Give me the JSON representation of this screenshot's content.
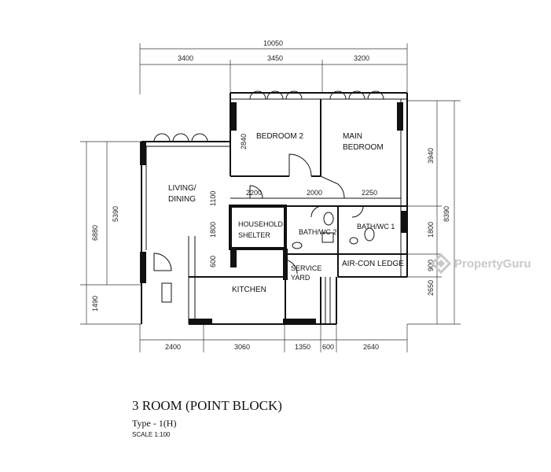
{
  "floorplan": {
    "dimensions": {
      "overall_width": "10050",
      "top": [
        "3400",
        "3450",
        "3200"
      ],
      "bottom": [
        "2400",
        "3060",
        "1350",
        "600",
        "2640"
      ],
      "left_outer": [
        "6880",
        "1490"
      ],
      "left_inner": "5390",
      "right_outer": "8390",
      "right_inner": [
        "3940",
        "1800",
        "900",
        "2650"
      ],
      "interior": {
        "bedroom2_depth": "2840",
        "corridor_a": "2200",
        "corridor_b": "2000",
        "corridor_c": "2250",
        "corridor_depth": "1100",
        "shelter_depth": "1800",
        "kitchen_offset": "600"
      }
    },
    "rooms": {
      "bedroom_2": "BEDROOM  2",
      "main_bedroom_line1": "MAIN",
      "main_bedroom_line2": "BEDROOM",
      "living_line1": "LIVING/",
      "living_line2": "DINING",
      "shelter_line1": "HOUSEHOLD",
      "shelter_line2": "SHELTER",
      "bath2": "BATH/WC 2",
      "bath1": "BATH/WC 1",
      "aircon": "AIR-CON LEDGE",
      "service_line1": "SERVICE",
      "service_line2": "YARD",
      "kitchen": "KITCHEN"
    },
    "title": "3 ROOM (POINT BLOCK)",
    "subtitle": "Type - 1(H)",
    "scale": "SCALE  1:100",
    "watermark": "PropertyGuru"
  }
}
